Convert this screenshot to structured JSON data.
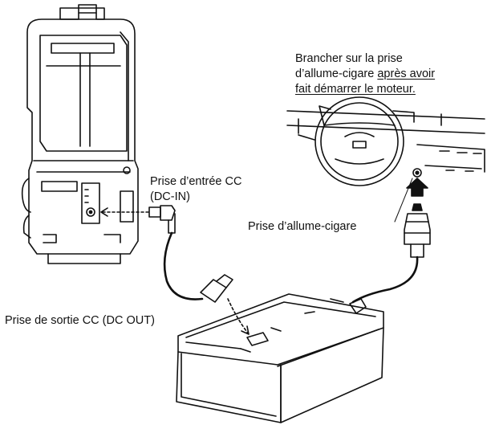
{
  "note": {
    "line1": "Brancher sur la prise",
    "line2_plain": "d’allume-cigare ",
    "line2_underlined": "après avoir",
    "line3_underlined": "fait démarrer le moteur."
  },
  "labels": {
    "dc_in_line1": "Prise d’entrée CC",
    "dc_in_line2": "(DC-IN)",
    "cigar_socket": "Prise d’allume-cigare",
    "dc_out": "Prise de sortie CC (DC OUT)"
  }
}
